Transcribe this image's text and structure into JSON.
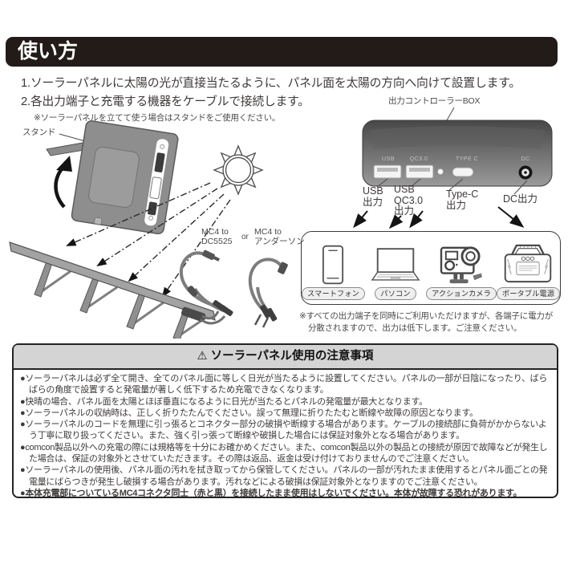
{
  "header": {
    "title": "使い方"
  },
  "steps": {
    "step1": "1.ソーラーパネルに太陽の光が直接当たるように、パネル面を太陽の方向へ向けて設置します。",
    "step2": "2.各出力端子と充電する機器をケーブルで接続します。"
  },
  "diagram": {
    "controller_box_label": "出力コントローラーBOX",
    "stand_note": "※ソーラーパネルを立てて使う場合はスタンドをご使用ください。",
    "stand_label": "スタンド",
    "cable_labels": {
      "c1_l1": "MC4 to",
      "c1_l2": "DC5525",
      "or": "or",
      "c2_l1": "MC4 to",
      "c2_l2": "アンダーソン"
    },
    "box_ports": [
      "USB",
      "QC3.0",
      "TYPE C",
      "DC"
    ],
    "port_callouts": [
      [
        "USB",
        "出力"
      ],
      [
        "USB",
        "QC3.0",
        "出力"
      ],
      [
        "Type-C",
        "出力"
      ],
      [
        "DC出力"
      ]
    ],
    "devices": [
      "スマートフォン",
      "パソコン",
      "アクションカメラ",
      "ポータブル電源"
    ],
    "power_note1": "※すべての出力端子を同時にご利用いただけますが、各端子に電力が",
    "power_note2": "分散されますので、出力は低下します。ご注意ください。"
  },
  "warning": {
    "title": "⚠ ソーラーパネル使用の注意事項",
    "items": [
      "●ソーラーパネルは必ず全て開き、全てのパネル面に等しく日光が当たるように設置してください。パネルの一部が日陰になったり、ばらばらの角度で設置すると発電量が著しく低下するため充電できなくなります。",
      "●快晴の場合、パネル面を太陽とほぼ垂直になるように日光が当たるとパネルの発電量が最大となります。",
      "●ソーラーパネルの収納時は、正しく折りたたんでください。誤って無理に折りたたむと断線や故障の原因となります。",
      "●ソーラーパネルのコードを無理に引っ張るとコネクター部分の破損や断線する場合があります。ケーブルの接続部に負荷がかからないよう丁寧に取り扱ってください。また、強く引っ張って断線や破損した場合には保証対象外となる場合があります。",
      "●comcon製品以外への充電の際には規格等を十分にお確かめください。また、comcon製品以外の製品との接続が原因で故障などが発生した場合は、保証の対象外とさせていただきます。その際は返品、返金は受け付けておりませんのでご注意ください。",
      "●ソーラーパネルの使用後、パネル面の汚れを拭き取ってから保管してください。パネルの一部が汚れたまま使用するとパネル面ごとの発電量にばらつきが発生し破損する場合があります。汚れなどによる破損は保証対象外となりますのでご注意ください。",
      "●本体充電部についているMC4コネクタ同士（赤と黒）を接続したまま使用はしないでください。本体が故障する恐れがあります。"
    ]
  },
  "colors": {
    "header_bar": "#221b18",
    "warning_header_bg": "#d4d4d4",
    "text": "#3e3a39",
    "line_art": "#4a4a4a"
  }
}
